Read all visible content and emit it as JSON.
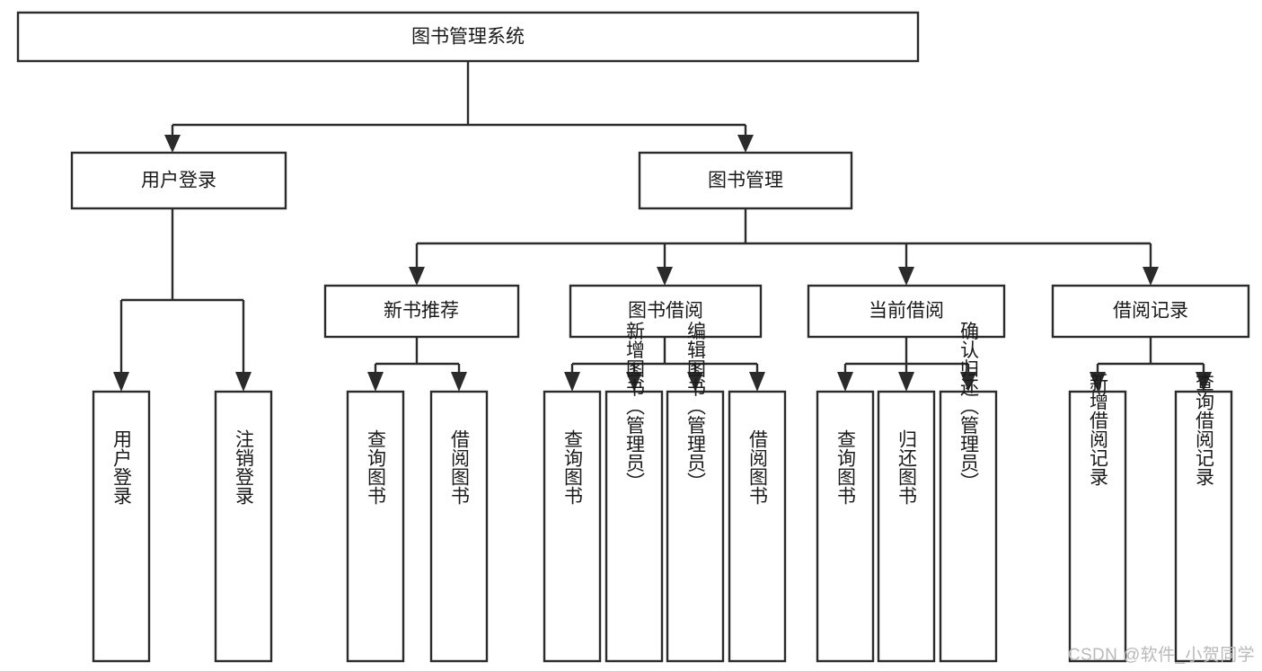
{
  "diagram": {
    "type": "tree",
    "title": "图书管理系统",
    "watermark": "CSDN @软件_小贺同学",
    "colors": {
      "stroke": "#2b2b2b",
      "fill": "#ffffff",
      "text": "#1a1a1a",
      "watermark": "#b9b9b9",
      "background": "#ffffff"
    },
    "levels": {
      "root": "图书管理系统",
      "level2": [
        "用户登录",
        "图书管理"
      ],
      "level3": [
        "新书推荐",
        "图书借阅",
        "当前借阅",
        "借阅记录"
      ],
      "level4": [
        "用户登录",
        "注销登录",
        "查询图书",
        "借阅图书",
        "查询图书",
        "新增图书（管理员）",
        "编辑图书（管理员）",
        "借阅图书",
        "查询图书",
        "归还图书",
        "确认归还（管理员）",
        "新增借阅记录",
        "查询借阅记录"
      ]
    },
    "nodes": {
      "root": {
        "label": "图书管理系统"
      },
      "user_login": {
        "label": "用户登录"
      },
      "book_manage": {
        "label": "图书管理"
      },
      "new_book_rec": {
        "label": "新书推荐"
      },
      "book_borrow": {
        "label": "图书借阅"
      },
      "current_borrow": {
        "label": "当前借阅"
      },
      "borrow_record": {
        "label": "借阅记录"
      },
      "leaf_user_login": {
        "label": "用户登录"
      },
      "leaf_logout": {
        "label": "注销登录"
      },
      "leaf_query_book_1": {
        "label": "查询图书"
      },
      "leaf_borrow_book_1": {
        "label": "借阅图书"
      },
      "leaf_query_book_2": {
        "label": "查询图书"
      },
      "leaf_add_book": {
        "label": "新增图书（管理员）"
      },
      "leaf_edit_book": {
        "label": "编辑图书（管理员）"
      },
      "leaf_borrow_book_2": {
        "label": "借阅图书"
      },
      "leaf_query_book_3": {
        "label": "查询图书"
      },
      "leaf_return_book": {
        "label": "归还图书"
      },
      "leaf_confirm_return": {
        "label": "确认归还（管理员）"
      },
      "leaf_add_record": {
        "label": "新增借阅记录"
      },
      "leaf_query_record": {
        "label": "查询借阅记录"
      }
    }
  }
}
